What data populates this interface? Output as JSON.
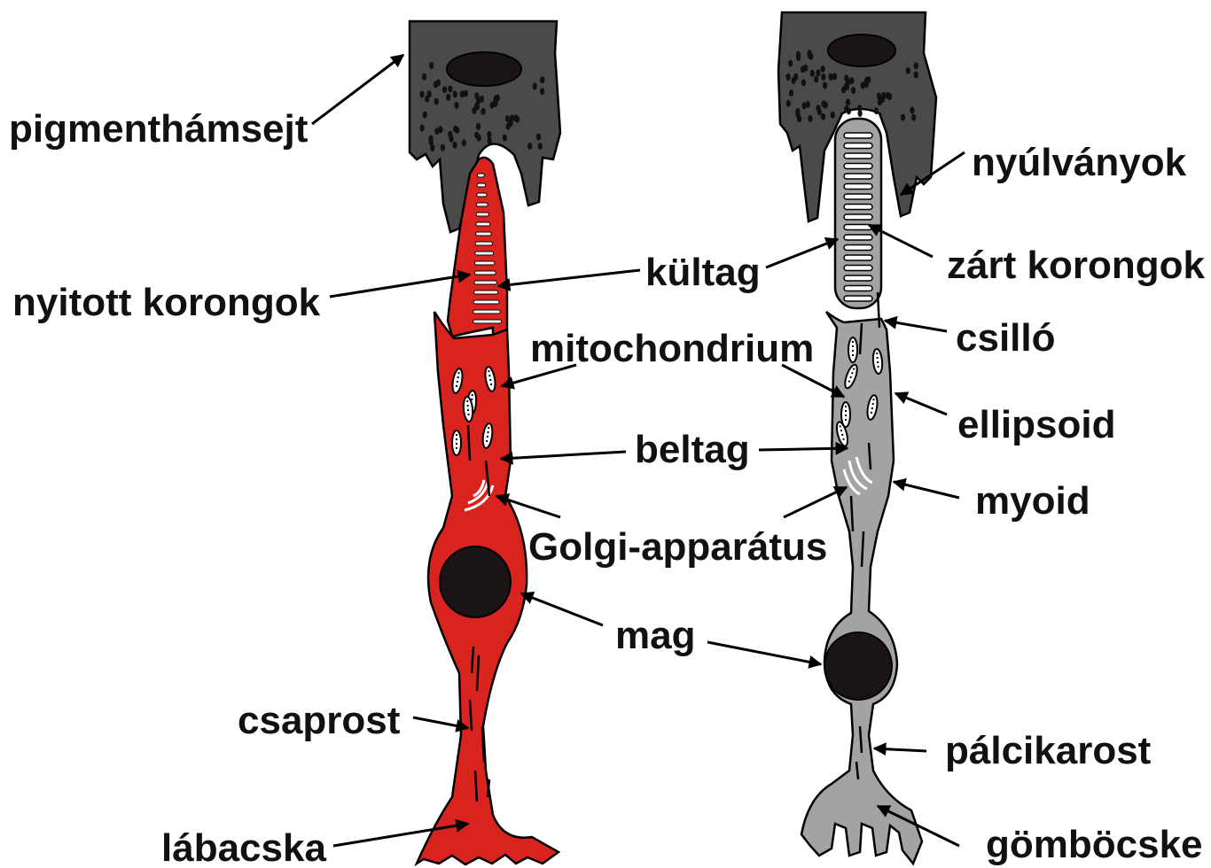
{
  "labels": {
    "pigment_cell": "pigmenthámsejt",
    "open_discs": "nyitott korongok",
    "outer_segment": "kültag",
    "mitochondrion": "mitochondrium",
    "inner_segment": "beltag",
    "golgi": "Golgi-apparátus",
    "nucleus": "mag",
    "cone_fiber": "csaprost",
    "pedicle": "lábacska",
    "processes": "nyúlványok",
    "closed_discs": "zárt korongok",
    "cilium": "csilló",
    "ellipsoid": "ellipsoid",
    "myoid": "myoid",
    "rod_fiber": "pálcikarost",
    "spherule": "gömböcske"
  },
  "colors": {
    "pigment": "#4a4a48",
    "cone": "#d9231f",
    "rod": "#a3a3a3",
    "nucleus": "#1a1414",
    "outline": "#000000"
  }
}
